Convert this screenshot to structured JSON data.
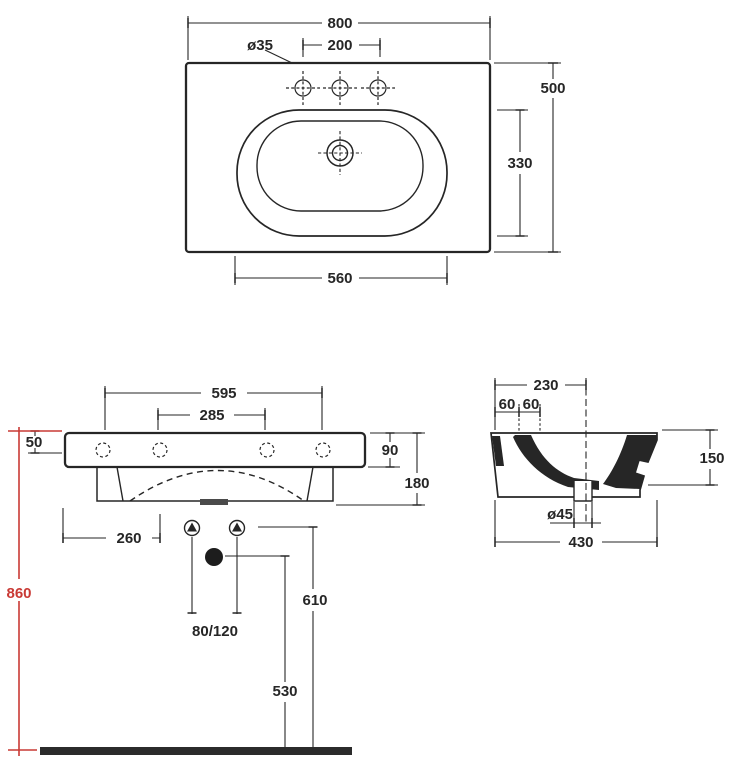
{
  "drawing": {
    "kind": "washbasin-dimensional-drawing",
    "colors": {
      "line": "#262626",
      "dim_red": "#c93a35",
      "background": "#ffffff"
    },
    "views": {
      "top": {
        "label": "top-view",
        "dims": {
          "overall_width": "800",
          "overall_depth": "500",
          "faucet_hole_diameter": "ø35",
          "faucet_hole_spacing": "200",
          "bowl_depth": "330",
          "bowl_width": "560"
        }
      },
      "front": {
        "label": "front-view",
        "dims": {
          "fixing_hole_span": "595",
          "fixing_hole_inner_span": "285",
          "hole_top_offset": "50",
          "rim_band_height": "90",
          "overall_height": "180",
          "left_offset": "260",
          "rim_height_from_floor": "860",
          "supply_spacing": "80/120",
          "supply_height": "610",
          "drain_trap_height": "530"
        }
      },
      "side": {
        "label": "side-view-section",
        "dims": {
          "drain_center_from_back": "230",
          "overflow_offset_a": "60",
          "overflow_offset_b": "60",
          "front_apron_height": "150",
          "drain_hole_diameter": "ø45",
          "overall_depth": "430"
        }
      }
    }
  }
}
